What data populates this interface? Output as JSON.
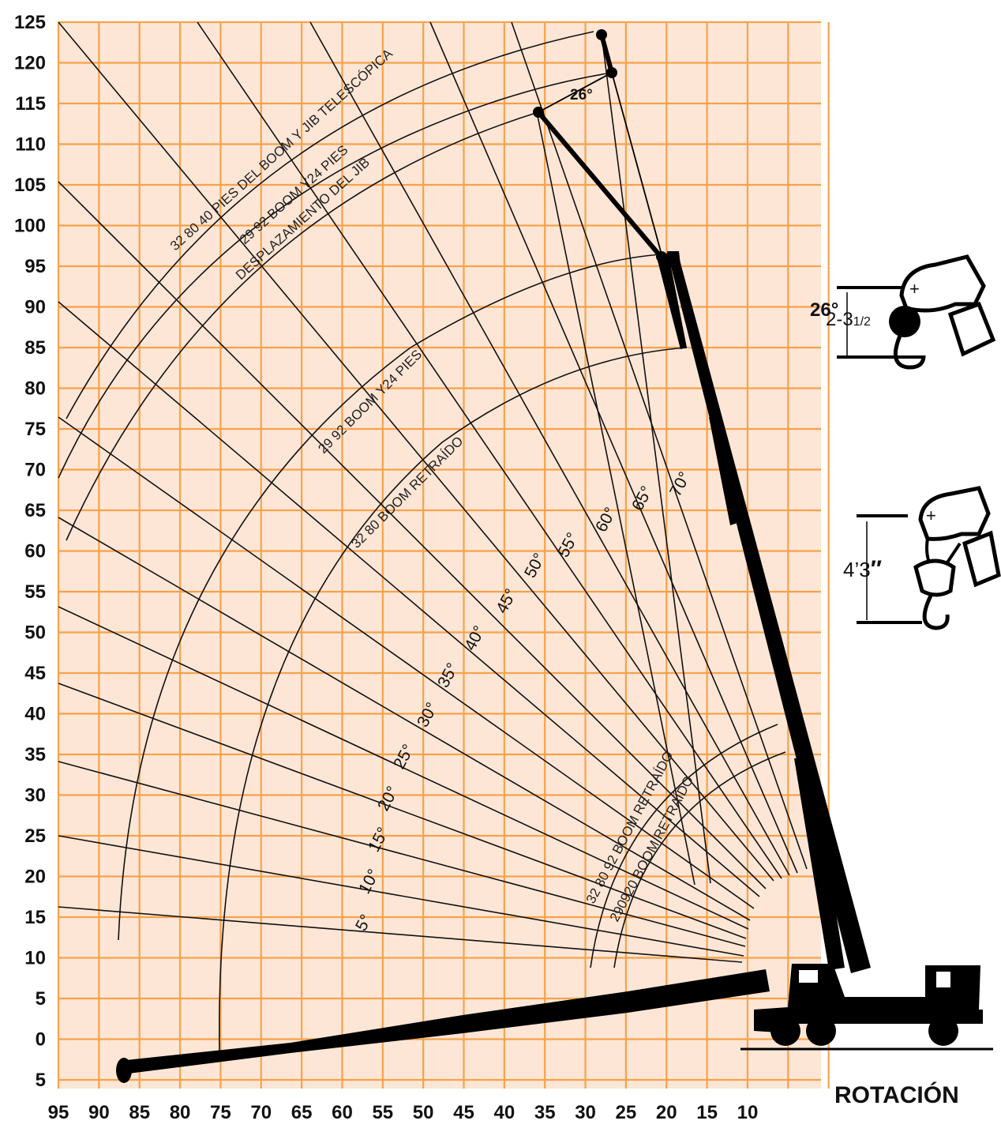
{
  "colors": {
    "background": "#fde6d6",
    "grid": "#f7a24a",
    "ink": "#000000"
  },
  "chart_data": {
    "type": "range_diagram",
    "x_ticks": [
      "95",
      "90",
      "85",
      "80",
      "75",
      "70",
      "65",
      "60",
      "55",
      "50",
      "45",
      "40",
      "35",
      "30",
      "25",
      "20",
      "15",
      "10"
    ],
    "y_ticks": [
      "125",
      "120",
      "115",
      "110",
      "105",
      "100",
      "95",
      "90",
      "85",
      "80",
      "75",
      "70",
      "65",
      "60",
      "55",
      "50",
      "45",
      "40",
      "35",
      "30",
      "25",
      "20",
      "15",
      "10",
      "5",
      "0",
      "5"
    ],
    "boom_angles": [
      "5°",
      "10°",
      "15°",
      "20°",
      "25°",
      "30°",
      "35°",
      "40°",
      "45°",
      "50°",
      "55°",
      "60°",
      "65°",
      "70°"
    ],
    "curve_labels": {
      "jib_telescopic": "32 80 40 PIES DEL BOOM Y JIB TELESCÓPICA",
      "jib_offset_line1": "29 92 BOOM Y24 PIES",
      "jib_offset_line2": "DESPLAZAMIENTO DEL JIB",
      "boom_24": "29 92 BOOM Y24 PIES",
      "boom_retracted_long": "32 80 BOOM RETRAÍDO",
      "boom_retracted_1": "32 80 92 BOOM RETRAÍDO",
      "boom_retracted_2": "290920 BOOM RETRAÍDO"
    },
    "jib_offset_label": "26°"
  },
  "hook_diagram_1": {
    "angle": "26°",
    "dimension": "2-3",
    "fraction": "1/2"
  },
  "hook_diagram_2": {
    "dimension": "4’3",
    "inch_mark": "″"
  },
  "footer": {
    "rotation_label": "ROTACIÓN"
  }
}
